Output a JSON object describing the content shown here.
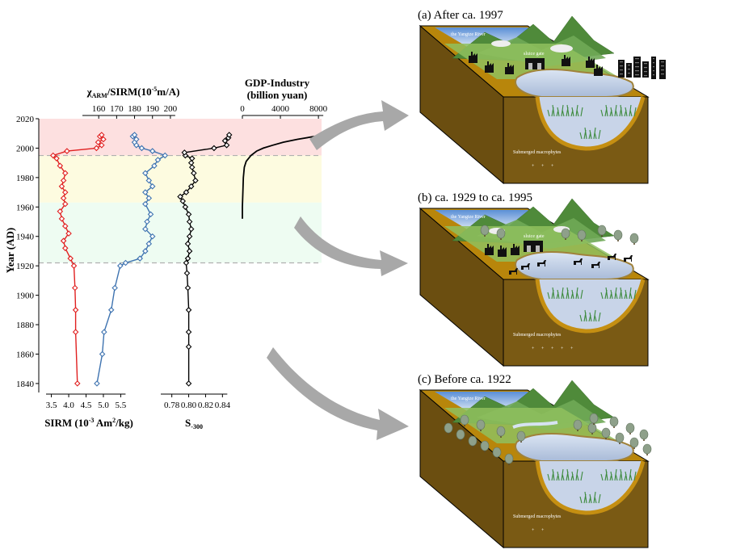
{
  "chart_data": {
    "type": "line",
    "y_axis": {
      "label": "Year (AD)",
      "ticks": [
        1840,
        1860,
        1880,
        1900,
        1920,
        1940,
        1960,
        1980,
        2000,
        2020
      ],
      "range": [
        1835,
        2020
      ]
    },
    "zones": [
      {
        "from": 1995,
        "to": 2020,
        "color": "#fde0e0"
      },
      {
        "from": 1963,
        "to": 1995,
        "color": "#fdfbe0"
      },
      {
        "from": 1922,
        "to": 1963,
        "color": "#eefcf2"
      }
    ],
    "dashed_lines": [
      1922,
      1995
    ],
    "series": [
      {
        "name": "SIRM",
        "color": "#e02020",
        "axis": "bottom",
        "marker": "diamond",
        "xlim": [
          3.3,
          5.7
        ],
        "ticks": [
          3.5,
          4.0,
          4.5,
          5.0,
          5.5
        ],
        "tick_labels": [
          "3.5",
          "4.0",
          "4.5",
          "5.0",
          "5.5"
        ],
        "points": [
          [
            4.25,
            1840
          ],
          [
            4.2,
            1875
          ],
          [
            4.2,
            1890
          ],
          [
            4.18,
            1905
          ],
          [
            4.15,
            1920
          ],
          [
            4.05,
            1925
          ],
          [
            3.9,
            1932
          ],
          [
            3.85,
            1937
          ],
          [
            4.0,
            1942
          ],
          [
            3.9,
            1947
          ],
          [
            3.8,
            1952
          ],
          [
            3.75,
            1957
          ],
          [
            3.9,
            1962
          ],
          [
            3.85,
            1966
          ],
          [
            3.9,
            1970
          ],
          [
            3.8,
            1974
          ],
          [
            3.85,
            1978
          ],
          [
            3.9,
            1983
          ],
          [
            3.75,
            1988
          ],
          [
            3.65,
            1993
          ],
          [
            3.55,
            1995
          ],
          [
            3.95,
            1998
          ],
          [
            4.8,
            2000
          ],
          [
            4.95,
            2002
          ],
          [
            4.85,
            2004
          ],
          [
            5.0,
            2006
          ],
          [
            4.9,
            2008
          ],
          [
            4.95,
            2009
          ]
        ]
      },
      {
        "name": "χARM/SIRM",
        "color": "#3e73b0",
        "axis": "top",
        "marker": "diamond",
        "xlim": [
          150,
          205
        ],
        "ticks": [
          160,
          170,
          180,
          190,
          200
        ],
        "tick_labels": [
          "160",
          "170",
          "180",
          "190",
          "200"
        ],
        "points": [
          [
            159,
            1840
          ],
          [
            162,
            1860
          ],
          [
            163,
            1875
          ],
          [
            167,
            1890
          ],
          [
            169,
            1905
          ],
          [
            172,
            1920
          ],
          [
            175,
            1922
          ],
          [
            183,
            1925
          ],
          [
            186,
            1930
          ],
          [
            188,
            1935
          ],
          [
            190,
            1940
          ],
          [
            186,
            1945
          ],
          [
            187,
            1950
          ],
          [
            189,
            1955
          ],
          [
            186,
            1962
          ],
          [
            188,
            1966
          ],
          [
            186,
            1970
          ],
          [
            190,
            1974
          ],
          [
            188,
            1978
          ],
          [
            186,
            1983
          ],
          [
            191,
            1988
          ],
          [
            193,
            1992
          ],
          [
            197,
            1995
          ],
          [
            190,
            1998
          ],
          [
            184,
            2000
          ],
          [
            181,
            2002
          ],
          [
            180,
            2004
          ],
          [
            181,
            2006
          ],
          [
            179,
            2008
          ],
          [
            180,
            2009
          ]
        ]
      },
      {
        "name": "S-300",
        "color": "#000000",
        "axis": "bottom",
        "marker": "diamond",
        "xlim": [
          0.765,
          0.855
        ],
        "ticks": [
          0.78,
          0.8,
          0.82,
          0.84
        ],
        "tick_labels": [
          "0.78",
          "0.80",
          "0.82",
          "0.84"
        ],
        "points": [
          [
            0.8,
            1840
          ],
          [
            0.8,
            1865
          ],
          [
            0.8,
            1875
          ],
          [
            0.8,
            1890
          ],
          [
            0.799,
            1905
          ],
          [
            0.798,
            1915
          ],
          [
            0.797,
            1922
          ],
          [
            0.799,
            1925
          ],
          [
            0.801,
            1930
          ],
          [
            0.799,
            1935
          ],
          [
            0.801,
            1940
          ],
          [
            0.803,
            1945
          ],
          [
            0.801,
            1950
          ],
          [
            0.8,
            1955
          ],
          [
            0.796,
            1960
          ],
          [
            0.793,
            1964
          ],
          [
            0.79,
            1967
          ],
          [
            0.797,
            1970
          ],
          [
            0.803,
            1974
          ],
          [
            0.808,
            1978
          ],
          [
            0.806,
            1983
          ],
          [
            0.804,
            1987
          ],
          [
            0.803,
            1990
          ],
          [
            0.804,
            1993
          ],
          [
            0.796,
            1995
          ],
          [
            0.795,
            1997
          ],
          [
            0.83,
            2000
          ],
          [
            0.845,
            2002
          ],
          [
            0.843,
            2005
          ],
          [
            0.847,
            2007
          ],
          [
            0.848,
            2009
          ]
        ]
      },
      {
        "name": "GDP-Industry",
        "color": "#000000",
        "axis": "top2",
        "marker": "none",
        "xlim": [
          0,
          8500
        ],
        "ticks": [
          0,
          4000,
          8000
        ],
        "tick_labels": [
          "0",
          "4000",
          "8000"
        ],
        "points": [
          [
            0,
            1952
          ],
          [
            0,
            1960
          ],
          [
            50,
            1970
          ],
          [
            100,
            1980
          ],
          [
            200,
            1987
          ],
          [
            400,
            1991
          ],
          [
            900,
            1995
          ],
          [
            1500,
            1998
          ],
          [
            2200,
            2000
          ],
          [
            3200,
            2002
          ],
          [
            4300,
            2004
          ],
          [
            5800,
            2006
          ],
          [
            7600,
            2008
          ],
          [
            8200,
            2009
          ]
        ]
      }
    ],
    "axis_titles": {
      "sirm": "SIRM (10<sup>-3</sup> Am<sup>2</sup>/kg)",
      "chi": "χ<sub>ARM</sub>/SIRM(10<sup>-5</sup>m/A)",
      "s300": "S<sub>-300</sub>",
      "gdp_line1": "GDP-Industry",
      "gdp_line2": "(billion yuan)"
    }
  },
  "panels": [
    {
      "title": "(a) After ca. 1997",
      "river": "the Yangtze River",
      "gate": "sluice gate",
      "macrophytes": "Submerged macrophytes"
    },
    {
      "title": "(b) ca. 1929 to ca. 1995",
      "river": "the Yangtze River",
      "gate": "sluice gate",
      "macrophytes": "Submerged macrophytes"
    },
    {
      "title": "(c) Before ca. 1922",
      "river": "the Yangtze River",
      "gate": "",
      "macrophytes": "Submerged macrophytes"
    }
  ],
  "colors": {
    "soil_top": "#b8860b",
    "soil_side": "#7a5a14",
    "lake": "#c9d6ea",
    "mountain": "#4f8a3a",
    "arrow": "#a8a8a8"
  }
}
